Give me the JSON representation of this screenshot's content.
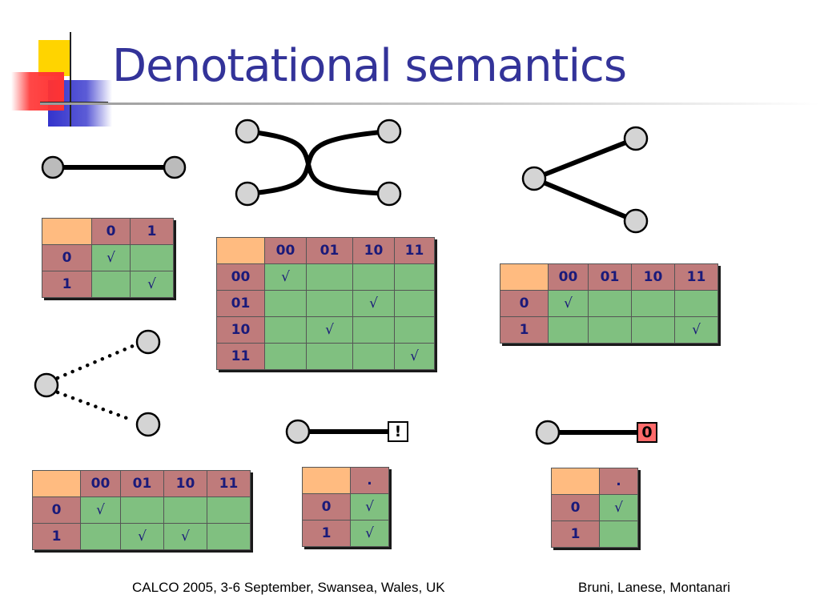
{
  "slide": {
    "title": "Denotational semantics",
    "footer_left": "CALCO 2005, 3-6 September, Swansea, Wales, UK",
    "footer_right": "Bruni, Lanese, Montanari"
  },
  "colors": {
    "title": "#333399",
    "corner": "#ffbb80",
    "header": "#bf7b7b",
    "cell": "#80c080",
    "zero_badge": "#ff6b6b"
  },
  "badges": {
    "bang": "!",
    "zero": "0"
  },
  "tables": {
    "identity": {
      "cols": [
        "0",
        "1"
      ],
      "rows": [
        {
          "label": "0",
          "cells": [
            "√",
            ""
          ]
        },
        {
          "label": "1",
          "cells": [
            "",
            "√"
          ]
        }
      ]
    },
    "swap": {
      "cols": [
        "00",
        "01",
        "10",
        "11"
      ],
      "rows": [
        {
          "label": "00",
          "cells": [
            "√",
            "",
            "",
            ""
          ]
        },
        {
          "label": "01",
          "cells": [
            "",
            "",
            "√",
            ""
          ]
        },
        {
          "label": "10",
          "cells": [
            "",
            "√",
            "",
            ""
          ]
        },
        {
          "label": "11",
          "cells": [
            "",
            "",
            "",
            "√"
          ]
        }
      ]
    },
    "duplicate": {
      "cols": [
        "00",
        "01",
        "10",
        "11"
      ],
      "rows": [
        {
          "label": "0",
          "cells": [
            "√",
            "",
            "",
            ""
          ]
        },
        {
          "label": "1",
          "cells": [
            "",
            "",
            "",
            "√"
          ]
        }
      ]
    },
    "codup": {
      "cols": [
        "00",
        "01",
        "10",
        "11"
      ],
      "rows": [
        {
          "label": "0",
          "cells": [
            "√",
            "",
            "",
            ""
          ]
        },
        {
          "label": "1",
          "cells": [
            "",
            "√",
            "√",
            ""
          ]
        }
      ]
    },
    "discharger": {
      "cols": [
        "."
      ],
      "rows": [
        {
          "label": "0",
          "cells": [
            "√"
          ]
        },
        {
          "label": "1",
          "cells": [
            "√"
          ]
        }
      ]
    },
    "zero": {
      "cols": [
        "."
      ],
      "rows": [
        {
          "label": "0",
          "cells": [
            "√"
          ]
        },
        {
          "label": "1",
          "cells": [
            ""
          ]
        }
      ]
    }
  }
}
